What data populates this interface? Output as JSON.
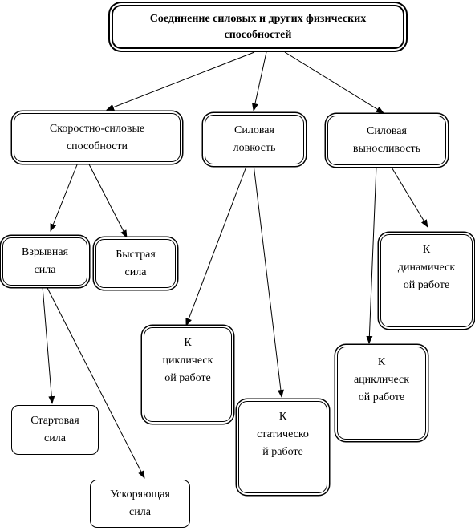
{
  "title": "Соединение силовых и других физических\nспособностей",
  "nodes": {
    "speed_strength": "Скоростно-силовые\nспособности",
    "strength_agility": "Силовая\nловкость",
    "strength_endurance": "Силовая\nвыносливость",
    "explosive": "Взрывная\nсила",
    "fast": "Быстрая\nсила",
    "cyclic": "К\nциклическ\nой работе",
    "dynamic": "К\nдинамическ\nой работе",
    "acyclic": "К\nациклическ\nой работе",
    "static": "К\nстатическо\nй работе",
    "starting": "Стартовая\nсила",
    "accelerating": "Ускоряющая\nсила"
  }
}
